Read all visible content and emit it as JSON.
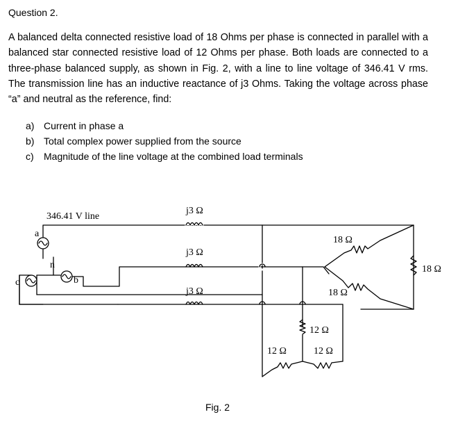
{
  "question": {
    "title": "Question 2.",
    "paragraph": "A balanced delta connected resistive load of 18 Ohms per phase is connected in parallel with a balanced star connected resistive load of 12 Ohms per phase.  Both loads are connected to a three-phase balanced supply, as shown in Fig. 2, with a line to line voltage of 346.41 V rms.  The transmission line has an inductive reactance of j3 Ohms.  Taking the voltage across phase “a” and neutral as the reference, find:",
    "items": [
      {
        "label": "a)",
        "text": "Current in phase a"
      },
      {
        "label": "b)",
        "text": "Total complex power supplied from the source"
      },
      {
        "label": "c)",
        "text": "Magnitude of the line voltage at the combined load terminals"
      }
    ]
  },
  "figure": {
    "caption": "Fig. 2",
    "supply_label": "346.41 V line",
    "node_labels": {
      "a": "a",
      "b": "b",
      "c": "c",
      "n": "n"
    },
    "line_reactances": [
      "j3 Ω",
      "j3 Ω",
      "j3 Ω"
    ],
    "delta_resistors": [
      "18 Ω",
      "18 Ω",
      "18 Ω"
    ],
    "star_resistors": [
      "12 Ω",
      "12 Ω",
      "12 Ω"
    ]
  }
}
